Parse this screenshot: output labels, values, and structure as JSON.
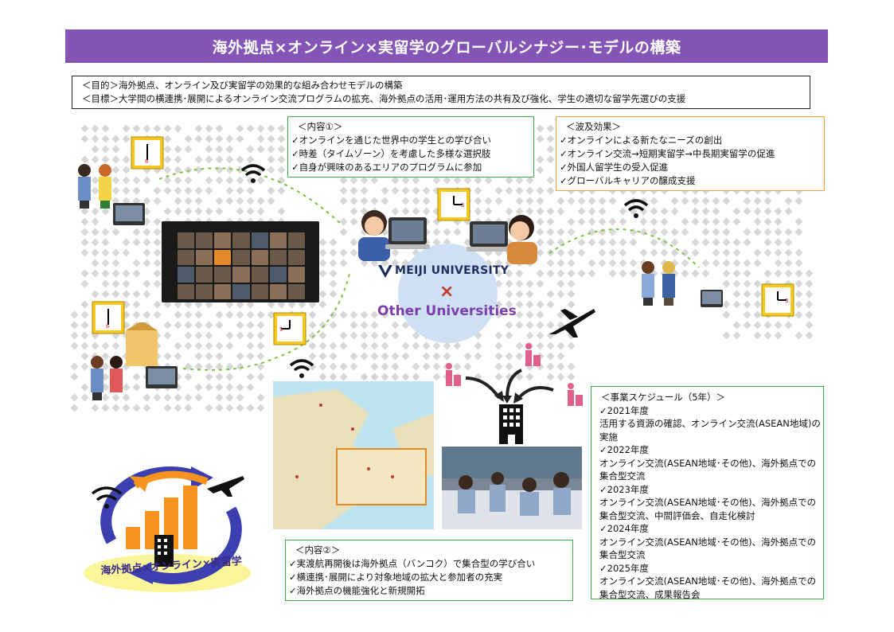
{
  "title": "海外拠点×オンライン×実留学のグローバルシナジー･モデルの構築",
  "goals": {
    "line1": "＜目的＞海外拠点、オンライン及び実留学の効果的な組み合わせモデルの構築",
    "line2": "＜目標＞大学間の横連携･展開によるオンライン交流プログラムの拡充、海外拠点の活用･運用方法の共有及び強化、学生の適切な留学先選びの支援"
  },
  "content1": {
    "header": "＜内容①＞",
    "items": [
      "✓オンラインを通じた世界中の学生との学び合い",
      "✓時差（タイムゾーン）を考慮した多様な選択肢",
      "✓自身が興味のあるエリアのプログラムに参加"
    ]
  },
  "effects": {
    "header": "＜波及効果＞",
    "items": [
      "✓オンラインによる新たなニーズの創出",
      "✓オンライン交流→短期実留学→中長期実留学の促進",
      "✓外国人留学生の受入促進",
      "✓グローバルキャリアの醸成支援"
    ]
  },
  "center": {
    "meiji": "MEIJI UNIVERSITY",
    "cross": "×",
    "other": "Other Universities"
  },
  "schedule": {
    "header": "＜事業スケジュール（5年）＞",
    "years": [
      {
        "year": "✓2021年度",
        "desc": "活用する資源の確認、オンライン交流(ASEAN地域)の実施"
      },
      {
        "year": "✓2022年度",
        "desc": "オンライン交流(ASEAN地域･その他)、海外拠点での集合型交流"
      },
      {
        "year": "✓2023年度",
        "desc": "オンライン交流(ASEAN地域･その他)、海外拠点での集合型交流、中間評価会、自走化検討"
      },
      {
        "year": "✓2024年度",
        "desc": "オンライン交流(ASEAN地域･その他)、海外拠点での集合型交流"
      },
      {
        "year": "✓2025年度",
        "desc": "オンライン交流(ASEAN地域･その他)、海外拠点での集合型交流、成果報告会"
      }
    ]
  },
  "content2": {
    "header": "＜内容②＞",
    "items": [
      "✓実渡航再開後は海外拠点（バンコク）で集合型の学び合い",
      "✓横連携･展開により対象地域の拡大と参加者の充実",
      "✓海外拠点の機能強化と新規開拓"
    ]
  },
  "logo": "海外拠点×オンライン×実留学",
  "colors": {
    "banner": "#8455b6",
    "green_border": "#3fae49",
    "orange_border": "#f0a040",
    "meiji_navy": "#1c2d5e",
    "other_purple": "#7a3fa9"
  }
}
